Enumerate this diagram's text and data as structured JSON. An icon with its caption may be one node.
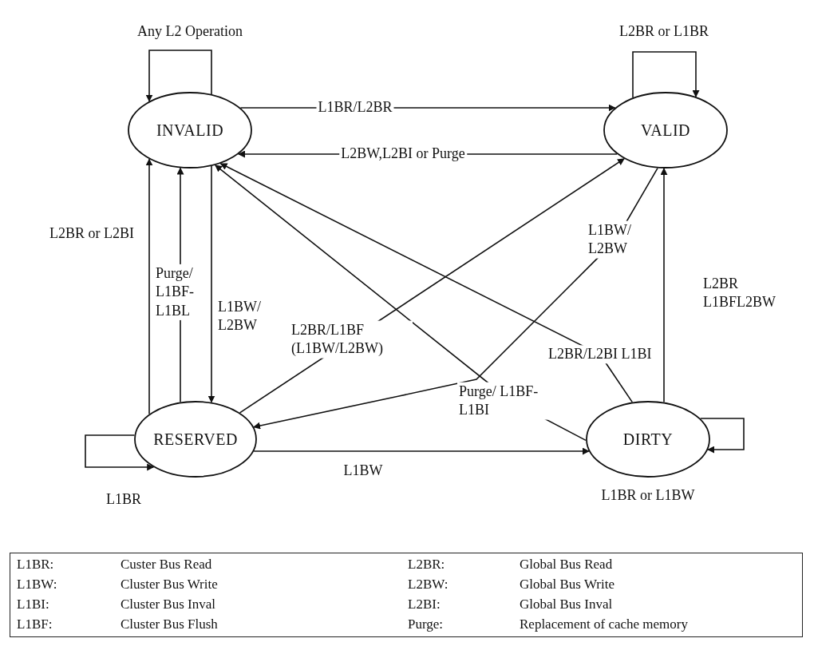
{
  "diagram": {
    "nodes": [
      {
        "text": [
          "INVALID"
        ]
      },
      {
        "text": [
          "VALID"
        ]
      },
      {
        "text": [
          "RESERVED"
        ]
      },
      {
        "text": [
          "DIRTY"
        ]
      }
    ],
    "edges": [
      {
        "from": 0,
        "to": 0,
        "arrow": "to",
        "label": "Any L2 Operation"
      },
      {
        "from": 1,
        "to": 1,
        "arrow": "to",
        "label": "L2BR or L1BR"
      },
      {
        "from": 0,
        "to": 1,
        "arrow": "to",
        "label": "L1BR/L2BR"
      },
      {
        "from": 1,
        "to": 0,
        "arrow": "to",
        "label": "L2BW,L2BI or Purge"
      },
      {
        "from": 2,
        "to": 0,
        "arrow": "to",
        "label": "L2BR or L2BI"
      },
      {
        "from": 2,
        "to": 0,
        "arrow": "to",
        "label": "Purge/ L1BF- L1BL"
      },
      {
        "from": 0,
        "to": 2,
        "arrow": "to",
        "label": "L1BW/ L2BW"
      },
      {
        "from": 2,
        "to": 1,
        "arrow": "to",
        "label": "L2BR/L1BF (L1BW/L2BW)"
      },
      {
        "from": 1,
        "to": 2,
        "arrow": "to",
        "label": "L1BW/ L2BW"
      },
      {
        "from": 3,
        "to": 0,
        "arrow": "to",
        "label": "Purge/ L1BF-L1BI"
      },
      {
        "from": 3,
        "to": 0,
        "arrow": "to",
        "label": "L2BR/L2BI L1BI"
      },
      {
        "from": 3,
        "to": 1,
        "arrow": "to",
        "label": "L2BR L1BFL2BW"
      },
      {
        "from": 2,
        "to": 3,
        "arrow": "to",
        "label": "L1BW"
      },
      {
        "from": 2,
        "to": 2,
        "arrow": "to",
        "label": "L1BR"
      },
      {
        "from": 3,
        "to": 3,
        "arrow": "to",
        "label": "L1BR or L1BW"
      }
    ],
    "labels": [
      "L1BR:",
      "Custer Bus Read",
      "L2BR:",
      "Global Bus Read",
      "L1BW:",
      "Cluster Bus Write",
      "L2BW:",
      "Global Bus Write",
      "L1BI:",
      "Cluster Bus Inval",
      "L2BI:",
      "Global Bus Inval",
      "L1BF:",
      "Cluster Bus Flush",
      "Purge:",
      "Replacement of cache memory"
    ]
  }
}
